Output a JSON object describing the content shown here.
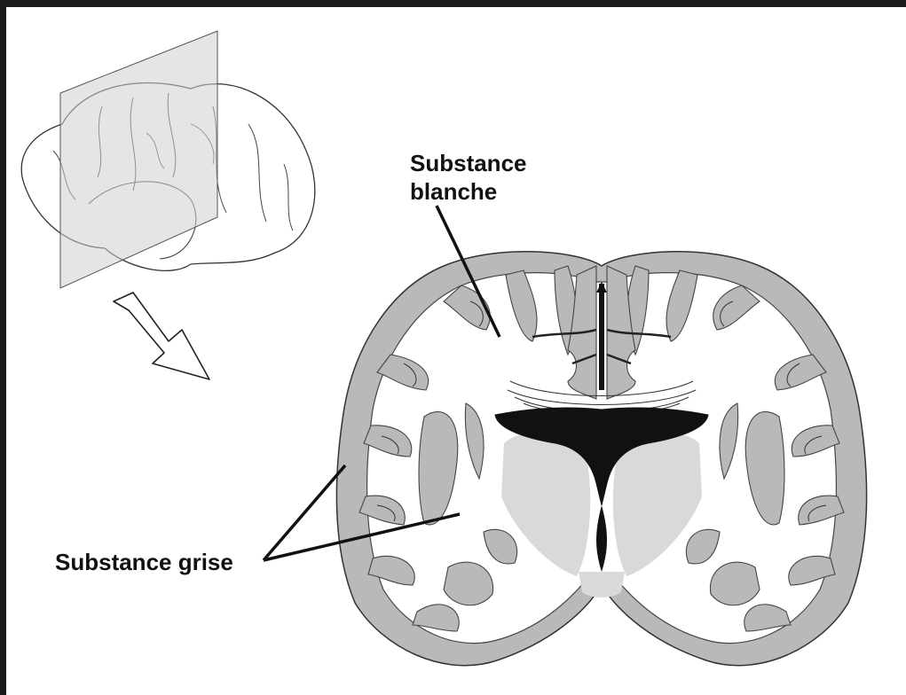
{
  "labels": {
    "white_matter_line1": "Substance",
    "white_matter_line2": "blanche",
    "grey_matter": "Substance grise"
  },
  "colors": {
    "grey_matter": "#b9b9b9",
    "white_matter": "#ffffff",
    "ventricle": "#111111",
    "deep_nuclei": "#d9d9d9",
    "outline": "#333333",
    "section_plane": "#d0d0d0"
  },
  "icons": [
    "brain-lateral-icon",
    "section-plane-icon",
    "arrow-icon"
  ]
}
